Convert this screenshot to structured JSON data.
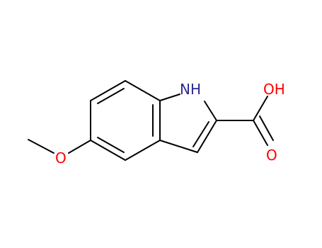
{
  "molecule": {
    "atom_labels": {
      "nh": "NH",
      "oh": "OH",
      "carbonyl_o": "O",
      "ether_o": "O"
    },
    "colors": {
      "bond": "#000000",
      "nitrogen": "#2b2b8f",
      "oxygen": "#ff0000"
    }
  }
}
